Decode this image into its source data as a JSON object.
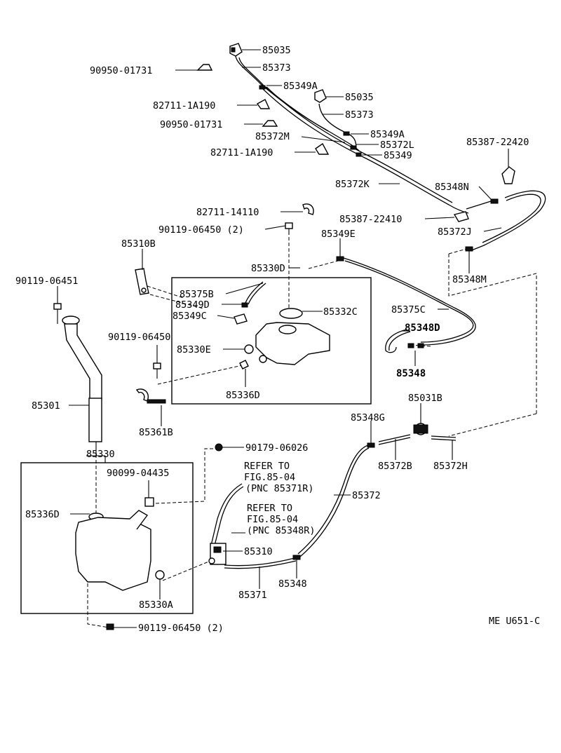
{
  "labels": {
    "l85035a": "85035",
    "l85373a": "85373",
    "l90950a": "90950-01731",
    "l85349A1": "85349A",
    "l85035b": "85035",
    "l82711a": "82711-1A190",
    "l85373b": "85373",
    "l90950b": "90950-01731",
    "l85349A2": "85349A",
    "l85372M": "85372M",
    "l85372L": "85372L",
    "l82711b": "82711-1A190",
    "l85349": "85349",
    "l85387a": "85387-22420",
    "l85372K": "85372K",
    "l85348N": "85348N",
    "l82711c": "82711-14110",
    "l85387b": "85387-22410",
    "l90119a": "90119-06450 (2)",
    "l85372J": "85372J",
    "l85349E": "85349E",
    "l85310B": "85310B",
    "l85330D": "85330D",
    "l85348M": "85348M",
    "l90119b": "90119-06451",
    "l85375B": "85375B",
    "l85349D": "85349D",
    "l85349C": "85349C",
    "l85332C": "85332C",
    "l85375C": "85375C",
    "l85348D": "85348D",
    "l90119c": "90119-06450",
    "l85330E": "85330E",
    "l85348b": "85348",
    "l85336D1": "85336D",
    "l85301": "85301",
    "l85031B": "85031B",
    "l85361B": "85361B",
    "l85348G": "85348G",
    "l85330": "85330",
    "l90179": "90179-06026",
    "l85372B": "85372B",
    "l85372H": "85372H",
    "l90099": "90099-04435",
    "lRefer1a": "REFER TO",
    "lRefer1b": "FIG.85-04",
    "lRefer1c": "(PNC 85371R)",
    "l85372": "85372",
    "l85336D2": "85336D",
    "lRefer2a": "REFER TO",
    "lRefer2b": "FIG.85-04",
    "lRefer2c": "(PNC 85348R)",
    "l85310": "85310",
    "l85371": "85371",
    "l85348c": "85348",
    "l85330A": "85330A",
    "l90119d": "90119-06450 (2)",
    "lCode": "ME U651-C"
  }
}
